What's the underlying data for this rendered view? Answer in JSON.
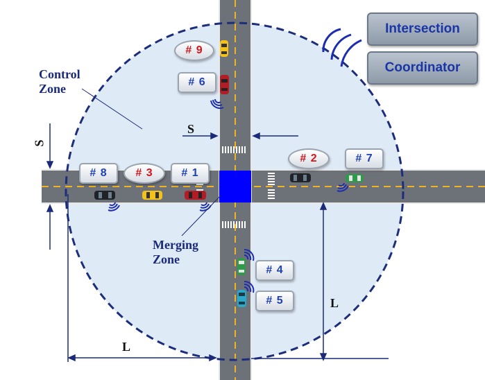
{
  "coordinator": {
    "line1": "Intersection",
    "line2": "Coordinator"
  },
  "labels": {
    "control_zone": [
      "Control",
      "Zone"
    ],
    "merging_zone": [
      "Merging",
      "Zone"
    ],
    "s_top": "S",
    "s_left": "S",
    "l_bottom": "L",
    "l_right": "L"
  },
  "vehicles": [
    {
      "id": "9",
      "label": "# 9",
      "color": "red",
      "shape": "oval"
    },
    {
      "id": "6",
      "label": "# 6",
      "color": "blue",
      "shape": "rect"
    },
    {
      "id": "8",
      "label": "# 8",
      "color": "blue",
      "shape": "rect"
    },
    {
      "id": "3",
      "label": "# 3",
      "color": "red",
      "shape": "oval"
    },
    {
      "id": "1",
      "label": "# 1",
      "color": "blue",
      "shape": "rect"
    },
    {
      "id": "2",
      "label": "# 2",
      "color": "red",
      "shape": "oval"
    },
    {
      "id": "7",
      "label": "# 7",
      "color": "blue",
      "shape": "rect"
    },
    {
      "id": "4",
      "label": "# 4",
      "color": "blue",
      "shape": "rect"
    },
    {
      "id": "5",
      "label": "# 5",
      "color": "blue",
      "shape": "rect"
    }
  ],
  "colors": {
    "control_zone_fill": "#dfeaf7",
    "control_zone_border": "#1c2d7a",
    "road": "#6d7278",
    "merging_zone": "#0000ff",
    "lane_marking": "#f0b323",
    "wireless": "#1c2db0"
  }
}
